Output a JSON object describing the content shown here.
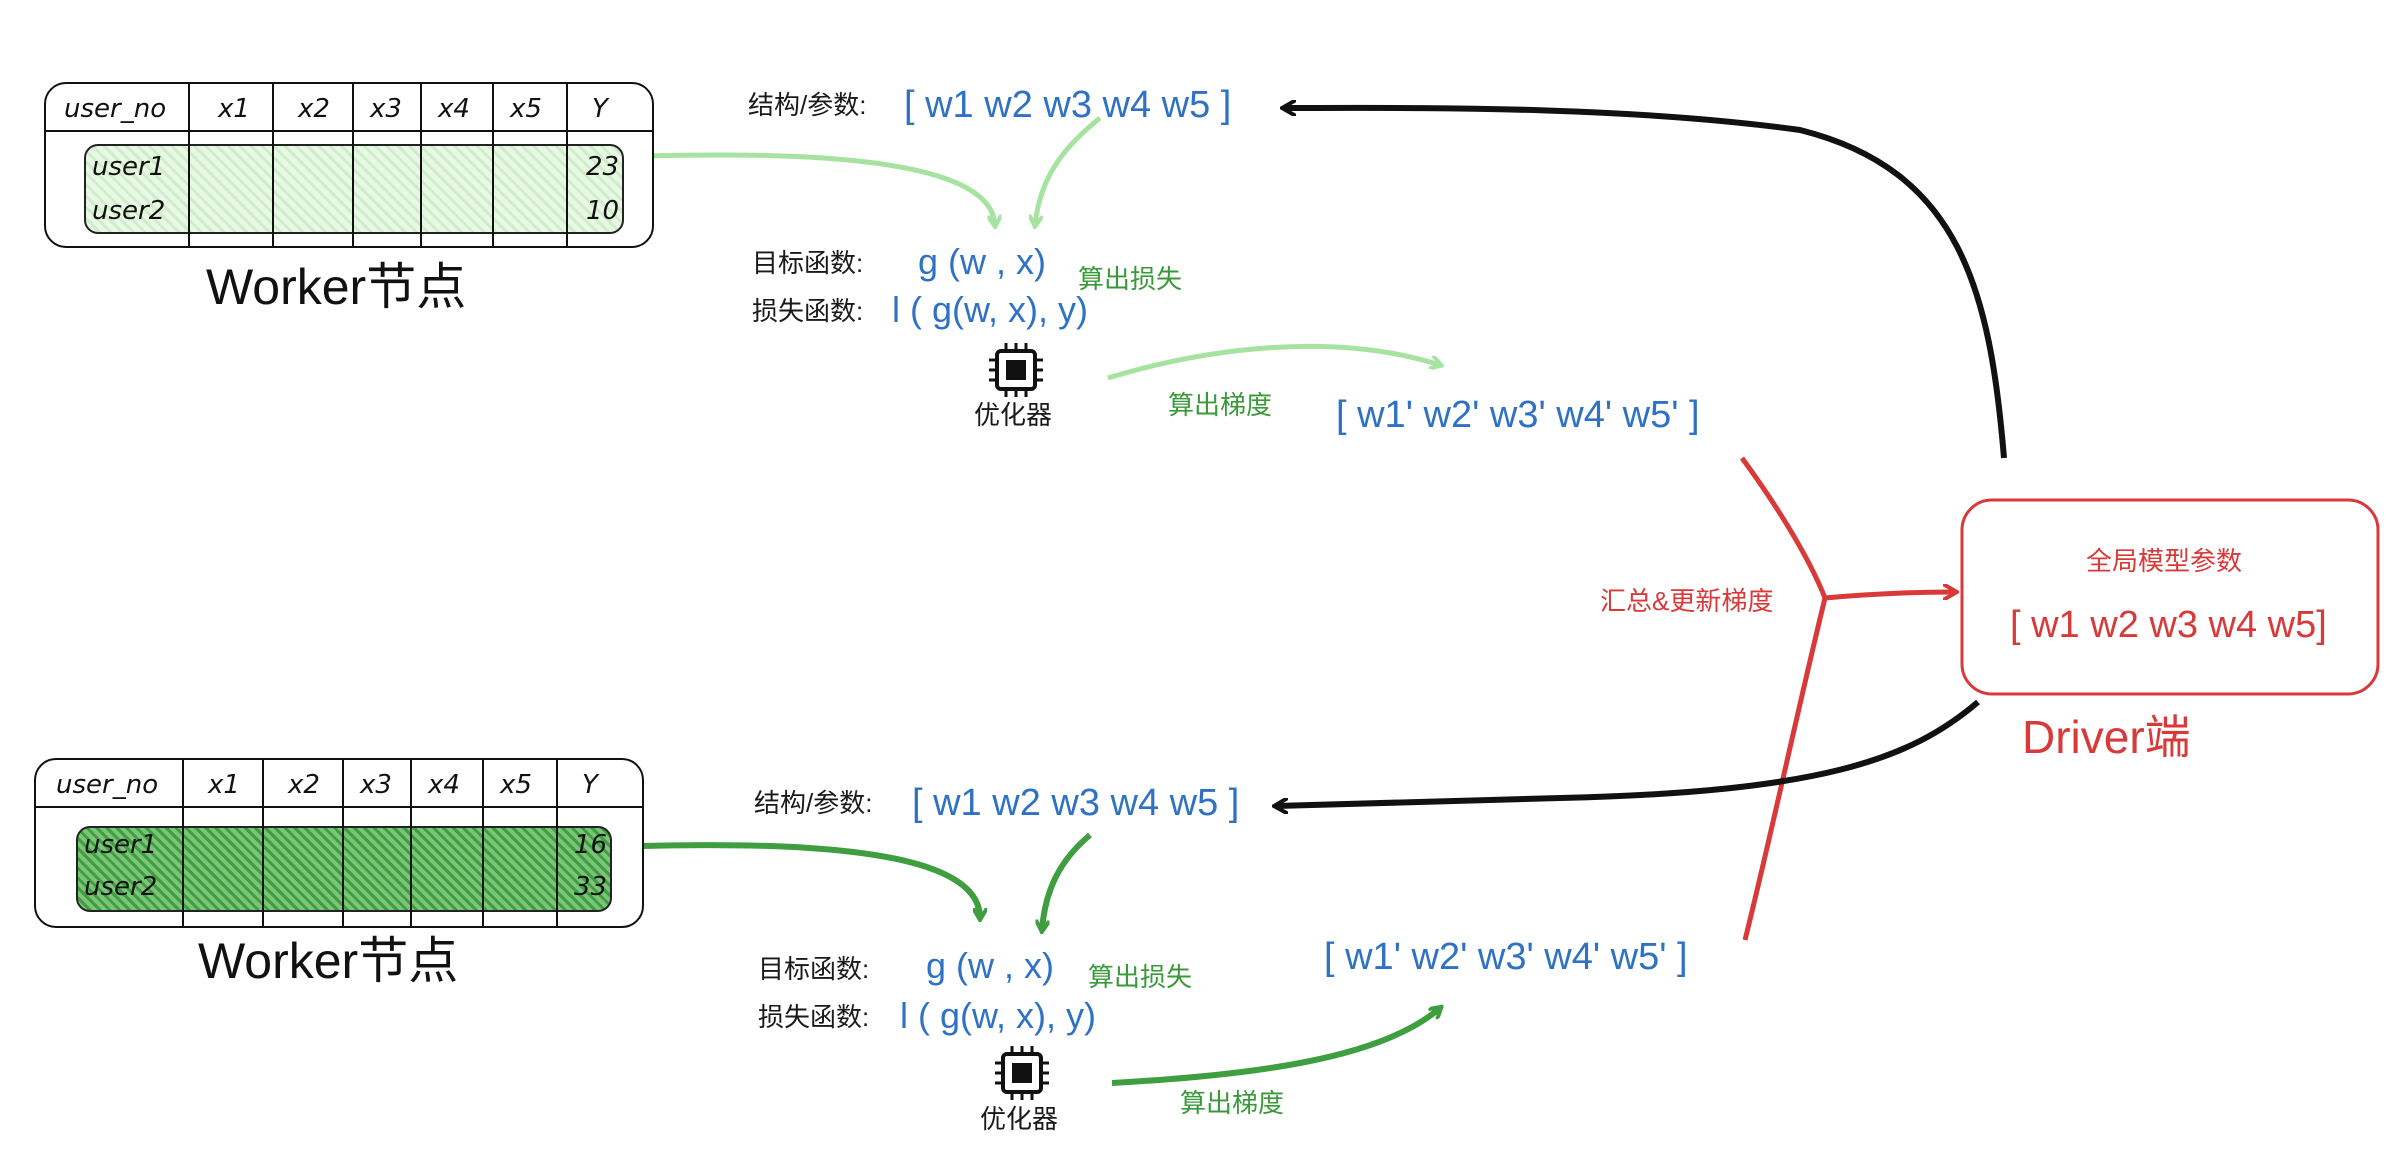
{
  "top_worker": {
    "table": {
      "headers": [
        "user_no",
        "x1",
        "x2",
        "x3",
        "x4",
        "x5",
        "Y"
      ],
      "rows": [
        {
          "user": "user1",
          "y": "23"
        },
        {
          "user": "user2",
          "y": "10"
        }
      ]
    },
    "label": "Worker节点",
    "structure_label": "结构/参数:",
    "params": "[ w1 w2 w3 w4 w5 ]",
    "objective_label": "目标函数:",
    "objective": "g (w , x)",
    "loss_label": "损失函数:",
    "loss": "l ( g(w, x), y)",
    "optimizer_label": "优化器",
    "compute_loss": "算出损失",
    "compute_grad": "算出梯度",
    "gradients": "[ w1' w2' w3' w4' w5' ]",
    "highlight_color": "#b8e6b0"
  },
  "bottom_worker": {
    "table": {
      "headers": [
        "user_no",
        "x1",
        "x2",
        "x3",
        "x4",
        "x5",
        "Y"
      ],
      "rows": [
        {
          "user": "user1",
          "y": "16"
        },
        {
          "user": "user2",
          "y": "33"
        }
      ]
    },
    "label": "Worker节点",
    "structure_label": "结构/参数:",
    "params": "[ w1 w2 w3 w4 w5 ]",
    "objective_label": "目标函数:",
    "objective": "g (w , x)",
    "loss_label": "损失函数:",
    "loss": "l ( g(w, x), y)",
    "optimizer_label": "优化器",
    "compute_loss": "算出损失",
    "compute_grad": "算出梯度",
    "gradients": "[ w1'  w2' w3' w4' w5' ]",
    "highlight_color": "#3f9e3f"
  },
  "driver": {
    "box_title": "全局模型参数",
    "params": "[ w1 w2 w3 w4 w5]",
    "label": "Driver端",
    "aggregate_label": "汇总&更新梯度",
    "color": "#d83a3a"
  },
  "colors": {
    "light_green": "#a6e3a1",
    "dark_green": "#3f9e3f",
    "blue": "#2f72c4",
    "black": "#111111"
  }
}
